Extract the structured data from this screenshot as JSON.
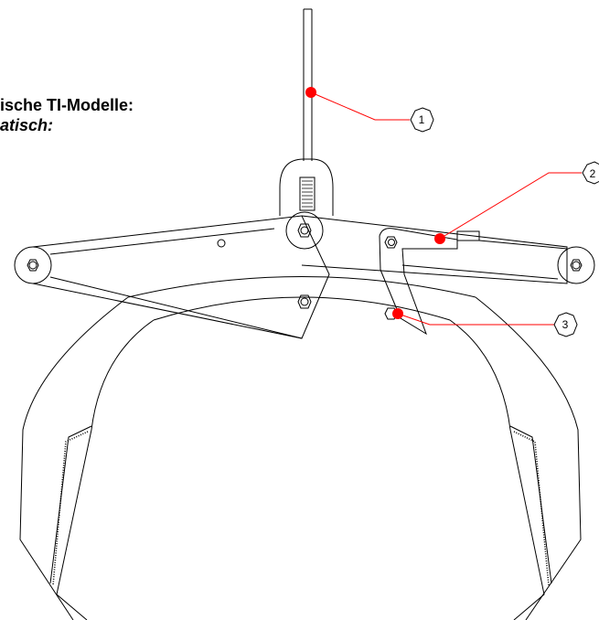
{
  "heading": {
    "line1": "ische TI-Modelle:",
    "line2": "atisch:"
  },
  "callouts": [
    {
      "number": "1",
      "color": "#ff0000"
    },
    {
      "number": "2",
      "color": "#ff0000"
    },
    {
      "number": "3",
      "color": "#ff0000"
    }
  ],
  "colors": {
    "marker": "#ff0000",
    "leader": "#ff0000",
    "line": "#000000",
    "background": "#ffffff"
  }
}
